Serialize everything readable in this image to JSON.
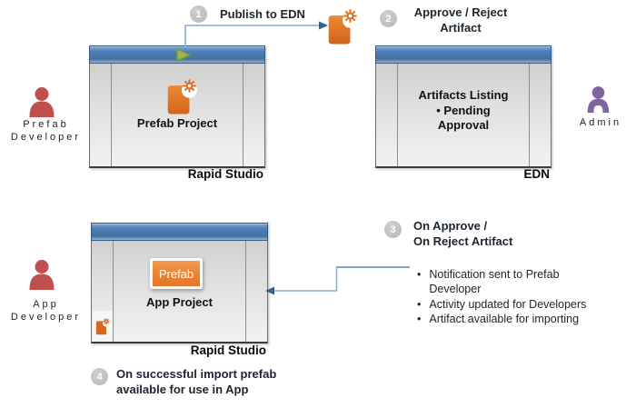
{
  "steps": [
    {
      "num": "1",
      "lines": [
        "Publish to EDN"
      ]
    },
    {
      "num": "2",
      "lines": [
        "Approve / Reject",
        "Artifact"
      ]
    },
    {
      "num": "3",
      "lines": [
        "On Approve /",
        "On Reject Artifact"
      ]
    },
    {
      "num": "4",
      "lines": [
        "On successful import prefab",
        "available for use in App"
      ]
    }
  ],
  "windows": {
    "prefab_studio": {
      "caption": "Rapid Studio",
      "project_label": "Prefab Project"
    },
    "edn": {
      "caption": "EDN",
      "listing_lines": [
        "Artifacts Listing",
        "• Pending",
        "Approval"
      ]
    },
    "app_studio": {
      "caption": "Rapid Studio",
      "project_label": "App Project",
      "badge": "Prefab"
    }
  },
  "actors": {
    "prefab_developer": {
      "lines": [
        "Prefab",
        "Developer"
      ],
      "color": "#c0504d"
    },
    "admin": {
      "lines": [
        "Admin"
      ],
      "color": "#8064a2"
    },
    "app_developer": {
      "lines": [
        "App",
        "Developer"
      ],
      "color": "#c0504d"
    }
  },
  "notes": [
    "Notification sent to Prefab Developer",
    "Activity updated for Developers",
    "Artifact available for importing"
  ],
  "icons": {
    "play_icon": "green right-pointing triangle",
    "artifact_icon": "orange document with starburst",
    "person_icon": "user silhouette"
  },
  "colors": {
    "titlebar_blue": "#4e80ba",
    "accent_orange": "#dd6f1f",
    "badge_orange": "#ec8231",
    "arrow_blue": "#85a9d6",
    "arrowhead_blue": "#35618f",
    "step_circle_gray": "#bfbfbf"
  }
}
